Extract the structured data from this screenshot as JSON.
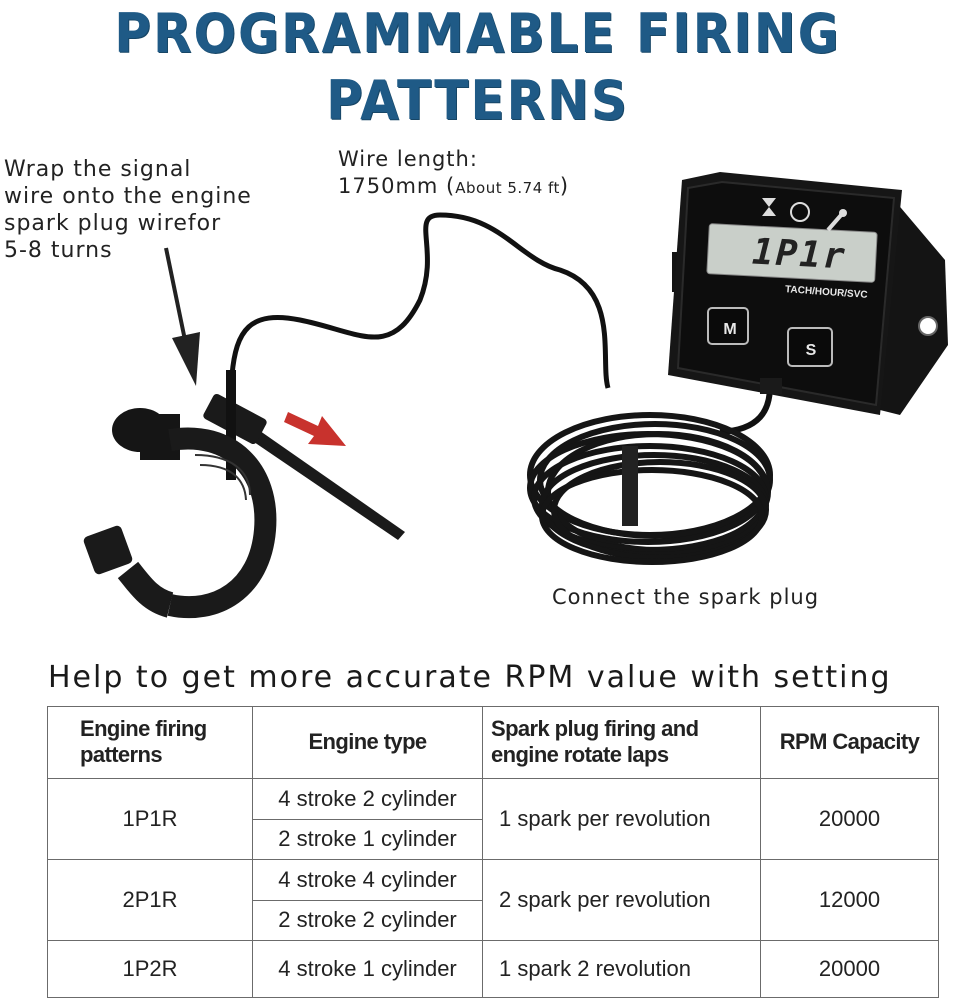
{
  "title": "PROGRAMMABLE FIRING PATTERNS",
  "annotations": {
    "wrap": [
      "Wrap the signal",
      "wire onto the engine",
      "spark plug wirefor",
      "5-8 turns"
    ],
    "wire_length_label": "Wire length:",
    "wire_length_value": "1750mm",
    "wire_length_about": "About 5.74 ft",
    "connect": "Connect the spark plug"
  },
  "device": {
    "display_text": "1P1r",
    "model_label": "TACH/HOUR/SVC",
    "button_m": "M",
    "button_s": "S",
    "icons": [
      "hourglass-icon",
      "rpm-icon",
      "wrench-icon"
    ]
  },
  "subtitle": "Help to get more accurate RPM value with setting",
  "table": {
    "headers": {
      "pattern": "Engine firing patterns",
      "type": "Engine type",
      "spark": "Spark plug firing and engine rotate laps",
      "capacity": "RPM Capacity"
    },
    "rows": [
      {
        "pattern": "1P1R",
        "types": [
          "4 stroke 2 cylinder",
          "2 stroke 1 cylinder"
        ],
        "spark": "1 spark per revolution",
        "capacity": "20000"
      },
      {
        "pattern": "2P1R",
        "types": [
          "4 stroke 4 cylinder",
          "2 stroke 2 cylinder"
        ],
        "spark": "2 spark per revolution",
        "capacity": "12000"
      },
      {
        "pattern": "1P2R",
        "types": [
          "4 stroke 1 cylinder"
        ],
        "spark": "1 spark 2 revolution",
        "capacity": "20000"
      }
    ]
  },
  "colors": {
    "title": "#1f5a86",
    "arrow_red": "#c8322d"
  }
}
